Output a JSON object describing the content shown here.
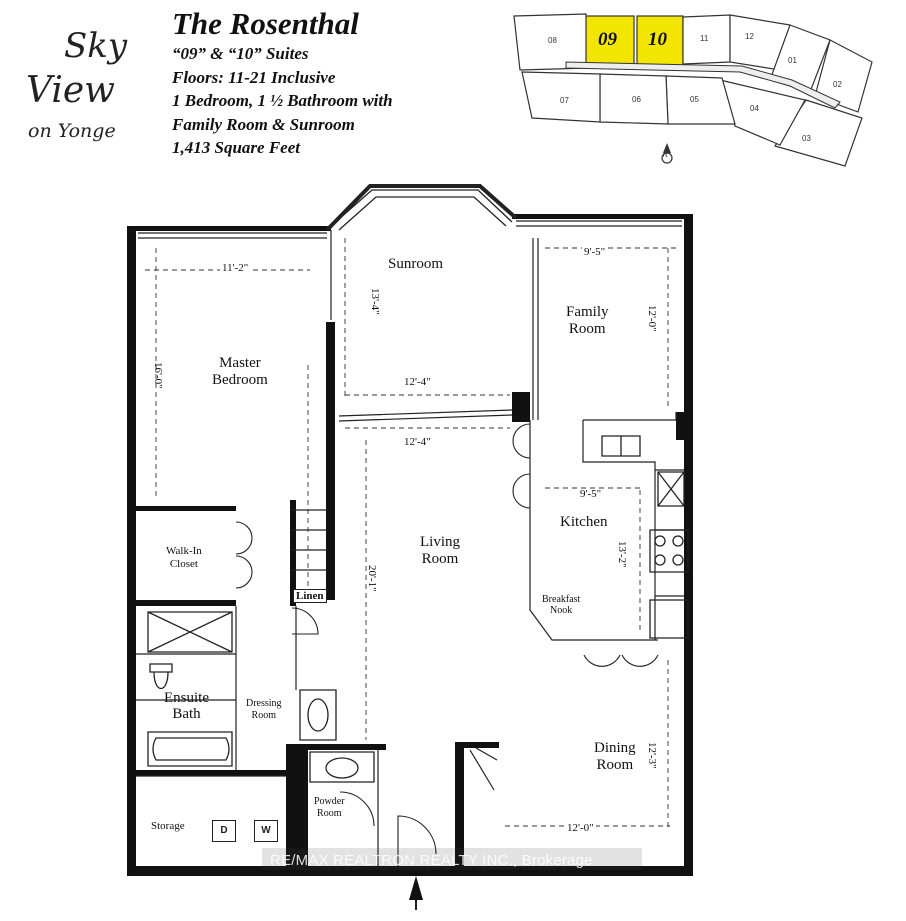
{
  "header": {
    "building_name": "The Rosenthal",
    "suites": "“09” & “10” Suites",
    "floors": "Floors: 11-21 Inclusive",
    "layout": "1 Bedroom, 1 ½ Bathroom with",
    "extras": "Family Room & Sunroom",
    "area": "1,413 Square Feet"
  },
  "logo": {
    "line1": "Sky",
    "line2": "View",
    "line3": "on Yonge"
  },
  "key_plan": {
    "suites": [
      "08",
      "09",
      "10",
      "11",
      "12",
      "01",
      "02",
      "03",
      "04",
      "05",
      "06",
      "07"
    ],
    "highlighted": [
      "09",
      "10"
    ],
    "highlight_color": "#f2e600",
    "compass_label": "N"
  },
  "rooms": {
    "sunroom": "Sunroom",
    "family_room": [
      "Family",
      "Room"
    ],
    "master_bedroom": [
      "Master",
      "Bedroom"
    ],
    "living_room": [
      "Living",
      "Room"
    ],
    "kitchen": "Kitchen",
    "breakfast_nook": [
      "Breakfast",
      "Nook"
    ],
    "walk_in_closet": [
      "Walk-In",
      "Closet"
    ],
    "linen": "Linen",
    "ensuite_bath": [
      "Ensuite",
      "Bath"
    ],
    "dressing_room": [
      "Dressing",
      "Room"
    ],
    "dining_room": [
      "Dining",
      "Room"
    ],
    "powder_room": [
      "Powder",
      "Room"
    ],
    "storage": "Storage",
    "washer": "W",
    "dryer": "D"
  },
  "dimensions": {
    "bedroom_width": "11'-2\"",
    "bedroom_length": "16'-0\"",
    "sunroom_length": "13'-4\"",
    "sunroom_width": "12'-4\"",
    "family_width": "9'-5\"",
    "family_length": "12'-0\"",
    "living_width": "12'-4\"",
    "living_length": "20'-1\"",
    "kitchen_width": "9'-5\"",
    "kitchen_length": "13'-2\"",
    "dining_length": "12'-3\"",
    "dining_width": "12'-0\""
  },
  "watermark": "RE/MAX REALTRON REALTY INC., Brokerage",
  "colors": {
    "wall": "#111111",
    "line": "#222222",
    "highlight": "#f2e600"
  }
}
